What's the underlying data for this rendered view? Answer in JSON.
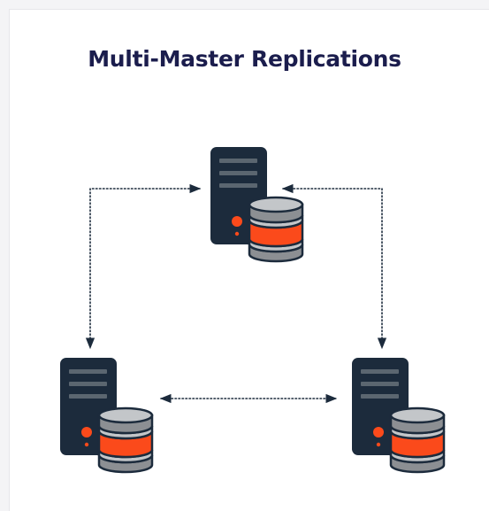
{
  "title": "Multi-Master Replications",
  "colors": {
    "title": "#1b1d4d",
    "server_body": "#1c2b3c",
    "server_slot": "#5b6670",
    "db_grey": "#8c8f93",
    "db_light": "#c3c6c9",
    "db_accent": "#fb4a1b",
    "db_outline": "#1c2b3c",
    "arrow": "#1c2b3c"
  },
  "nodes": [
    {
      "name": "master-top",
      "icon": "server-database-icon"
    },
    {
      "name": "master-left",
      "icon": "server-database-icon"
    },
    {
      "name": "master-right",
      "icon": "server-database-icon"
    }
  ],
  "connections": [
    {
      "from": "master-top",
      "to": "master-left",
      "style": "dotted",
      "direction": "bidirectional"
    },
    {
      "from": "master-top",
      "to": "master-right",
      "style": "dotted",
      "direction": "bidirectional"
    },
    {
      "from": "master-left",
      "to": "master-right",
      "style": "dotted",
      "direction": "bidirectional"
    }
  ]
}
